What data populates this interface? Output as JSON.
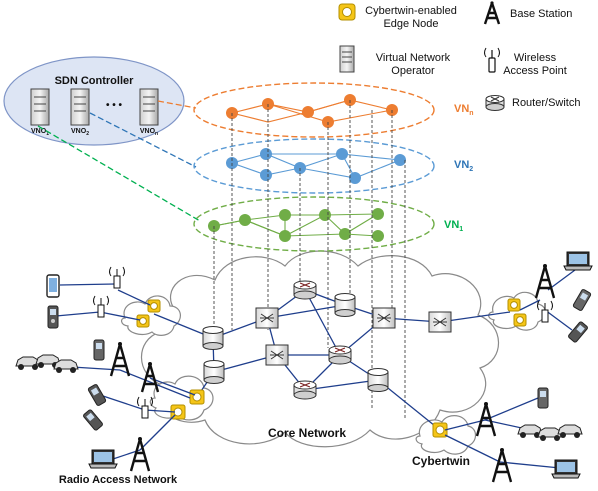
{
  "legend": {
    "edge_node": [
      "Cybertwin-enabled",
      "Edge Node"
    ],
    "vno": [
      "Virtual Network",
      "Operator"
    ],
    "base_station": "Base Station",
    "wap": [
      "Wireless",
      "Access Point"
    ],
    "router": "Router/Switch"
  },
  "sdn": {
    "title": "SDN Controller",
    "vnos": [
      {
        "main": "VNO",
        "sub": "1"
      },
      {
        "main": "VNO",
        "sub": "2"
      },
      {
        "main": "VNO",
        "sub": "n"
      }
    ],
    "ellipsis": "• • •"
  },
  "vn_layers": [
    {
      "main": "VN",
      "sub": "n",
      "color": "#ED7D31"
    },
    {
      "main": "VN",
      "sub": "2",
      "color": "#5B9BD5"
    },
    {
      "main": "VN",
      "sub": "1",
      "color": "#70AD47"
    }
  ],
  "labels": {
    "core": "Core Network",
    "ran": "Radio Access Network",
    "cybertwin": "Cybertwin"
  },
  "colors": {
    "edge_node": "#F5C518",
    "link_blue": "#1F3E8C",
    "cloud_stroke": "#8A8A8A"
  }
}
